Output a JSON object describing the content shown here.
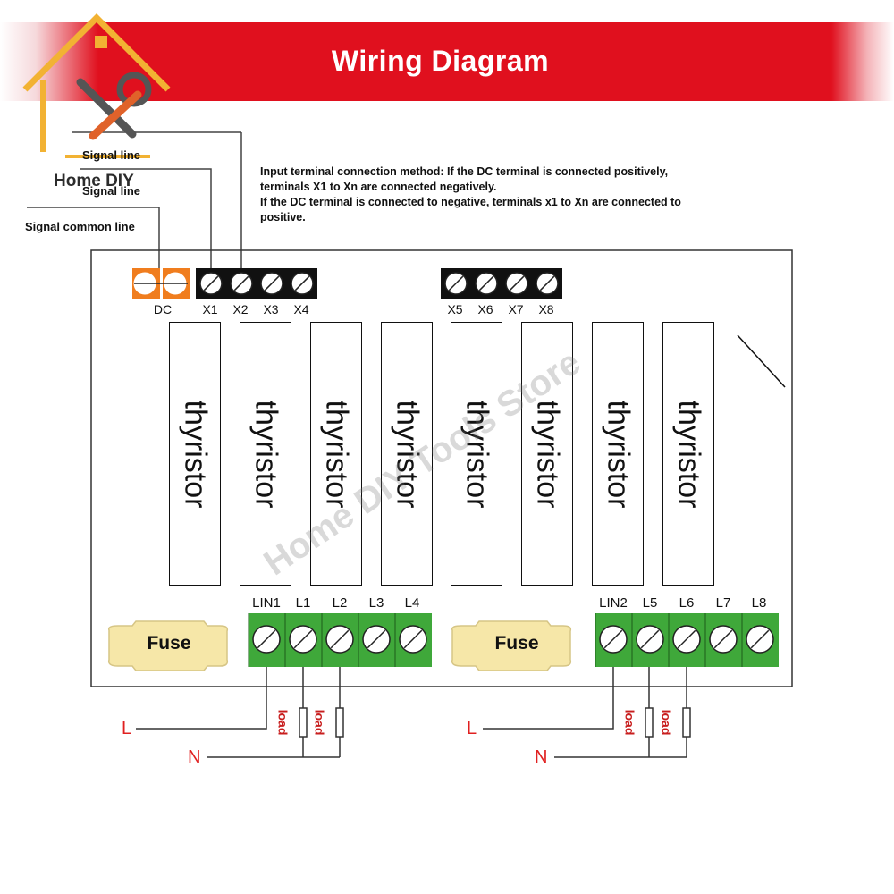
{
  "title": "Wiring Diagram",
  "logo": {
    "text": "Home DIY"
  },
  "watermark": "Home DIY Tools Store",
  "wire_labels": [
    "Signal line",
    "Signal line",
    "Signal common line"
  ],
  "note_lines": [
    "Input terminal connection method: If the DC terminal is connected positively,",
    "terminals X1 to Xn are connected negatively.",
    "If the DC terminal is connected to negative, terminals x1 to Xn are connected to",
    "positive."
  ],
  "input_terminals": {
    "dc": "DC",
    "group1": [
      "X1",
      "X2",
      "X3",
      "X4"
    ],
    "group2": [
      "X5",
      "X6",
      "X7",
      "X8"
    ]
  },
  "thyristor_label": "thyristor",
  "thyristor_count": 8,
  "fuse_label": "Fuse",
  "output_terminals": {
    "group1": [
      "LIN1",
      "L1",
      "L2",
      "L3",
      "L4"
    ],
    "group2": [
      "LIN2",
      "L5",
      "L6",
      "L7",
      "L8"
    ]
  },
  "mains": {
    "live": "L",
    "neutral": "N"
  },
  "load_label": "load",
  "colors": {
    "banner": "#e0101e",
    "dc_terminal": "#f07d1e",
    "output_terminal": "#3fa83a",
    "fuse": "#f6e7a8",
    "mains_text": "#e02020"
  }
}
